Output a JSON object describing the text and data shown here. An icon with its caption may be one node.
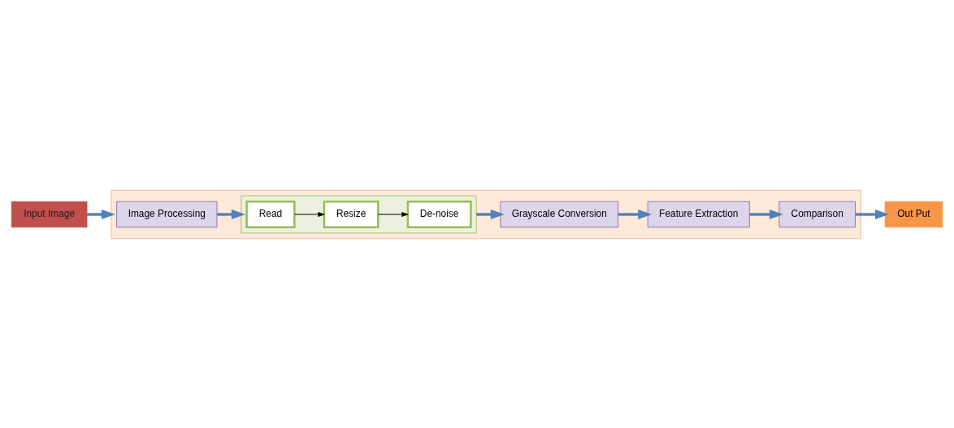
{
  "diagram": {
    "nodes": [
      {
        "text": [
          "Input Image"
        ]
      },
      {
        "text": [],
        "shape": "box"
      },
      {
        "text": [
          "Image Processing"
        ],
        "in": 1
      },
      {
        "text": [],
        "shape": "box",
        "in": 1
      },
      {
        "text": [
          "Read"
        ],
        "in": 3
      },
      {
        "text": [
          "Resize"
        ],
        "in": 3
      },
      {
        "text": [
          "De-noise"
        ],
        "in": 3
      },
      {
        "text": [
          "Grayscale Conversion"
        ],
        "in": 1
      },
      {
        "text": [
          "Feature Extraction"
        ],
        "in": 1
      },
      {
        "text": [
          "Comparison"
        ],
        "in": 1
      },
      {
        "text": [
          "Out Put"
        ]
      }
    ],
    "edges": [
      {
        "from": 0,
        "to": 1,
        "arrow": "to"
      },
      {
        "from": 2,
        "to": 3,
        "arrow": "to"
      },
      {
        "from": 4,
        "to": 5,
        "arrow": "to",
        "color": "#000000"
      },
      {
        "from": 5,
        "to": 6,
        "arrow": "to",
        "color": "#000000"
      },
      {
        "from": 3,
        "to": 7,
        "arrow": "to"
      },
      {
        "from": 7,
        "to": 8,
        "arrow": "to"
      },
      {
        "from": 8,
        "to": 9,
        "arrow": "to"
      },
      {
        "from": 9,
        "to": 10,
        "arrow": "to"
      }
    ]
  }
}
